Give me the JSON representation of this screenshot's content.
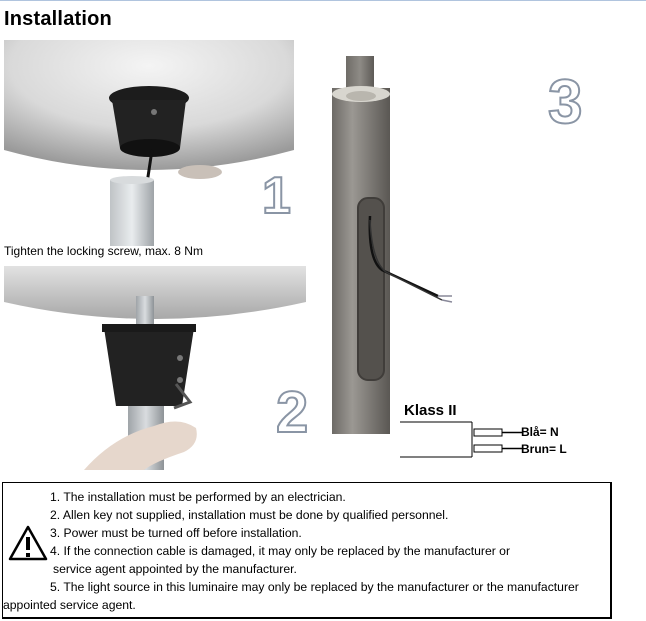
{
  "heading": "Installation",
  "step_numbers": [
    "1",
    "2",
    "3"
  ],
  "caption": "Tighten the locking screw, max. 8 Nm",
  "wiring": {
    "class_label": "Klass II",
    "wire_blue": "Blå= N",
    "wire_brown": "Brun= L"
  },
  "notices": [
    "1. The installation must be performed by an electrician.",
    "2. Allen key not supplied, installation must be done by qualified personnel.",
    "3. Power must be turned off before installation.",
    "4. If the connection cable is damaged, it may only be replaced by the manufacturer or",
    "service agent appointed by the manufacturer.",
    "5. The light source in this luminaire may only be replaced by the manufacturer or the manufacturer",
    "appointed service agent."
  ],
  "icons": {
    "warning": "warning-triangle-icon"
  }
}
